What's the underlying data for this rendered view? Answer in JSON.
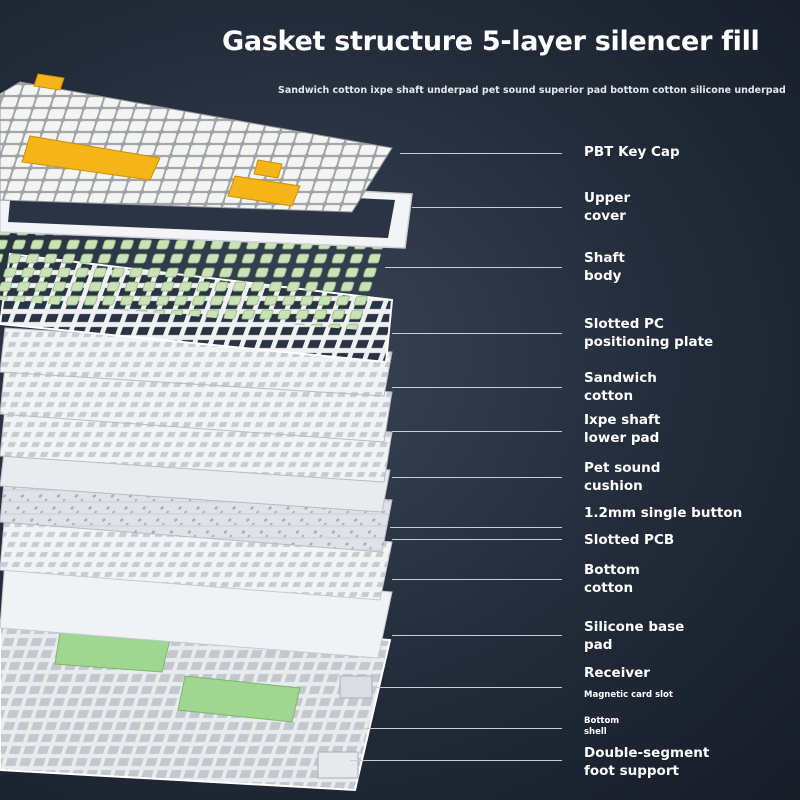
{
  "header": {
    "title": "Gasket structure 5-layer silencer fill",
    "subtitle": "Sandwich cotton ixpe shaft underpad pet sound superior pad bottom cotton silicone underpad"
  },
  "colors": {
    "keycap_white": "#f4f4f2",
    "keycap_gray": "#b9bcc0",
    "keycap_yellow": "#f5b417",
    "switch_green": "#c9e3b7",
    "plate_white": "#eef0f2",
    "pcb_gray": "#dfe2e6",
    "silicone_green": "#9fd690"
  },
  "layers": [
    {
      "id": "pbt-key-cap",
      "lines": [
        "PBT Key Cap"
      ],
      "small": false
    },
    {
      "id": "upper-cover",
      "lines": [
        "Upper",
        "cover"
      ],
      "small": false
    },
    {
      "id": "shaft-body",
      "lines": [
        "Shaft",
        "body"
      ],
      "small": false
    },
    {
      "id": "slotted-pc-positioning-plate",
      "lines": [
        "Slotted PC",
        "positioning plate"
      ],
      "small": false
    },
    {
      "id": "sandwich-cotton",
      "lines": [
        "Sandwich",
        "cotton"
      ],
      "small": false
    },
    {
      "id": "ixpe-shaft-lower-pad",
      "lines": [
        "Ixpe shaft",
        "lower pad"
      ],
      "small": false
    },
    {
      "id": "pet-sound-cushion",
      "lines": [
        "Pet sound",
        "cushion"
      ],
      "small": false
    },
    {
      "id": "single-button",
      "lines": [
        "1.2mm single button"
      ],
      "small": false
    },
    {
      "id": "slotted-pcb",
      "lines": [
        "Slotted PCB"
      ],
      "small": false
    },
    {
      "id": "bottom-cotton",
      "lines": [
        "Bottom",
        "cotton"
      ],
      "small": false
    },
    {
      "id": "silicone-base-pad",
      "lines": [
        "Silicone base",
        "pad"
      ],
      "small": false
    },
    {
      "id": "receiver",
      "lines": [
        "Receiver"
      ],
      "small": false
    },
    {
      "id": "magnetic-card-slot",
      "lines": [
        "Magnetic card slot"
      ],
      "small": true
    },
    {
      "id": "bottom-shell",
      "lines": [
        "Bottom",
        "shell"
      ],
      "small": true
    },
    {
      "id": "double-segment-foot-support",
      "lines": [
        "Double-segment",
        "foot support"
      ],
      "small": false
    }
  ]
}
